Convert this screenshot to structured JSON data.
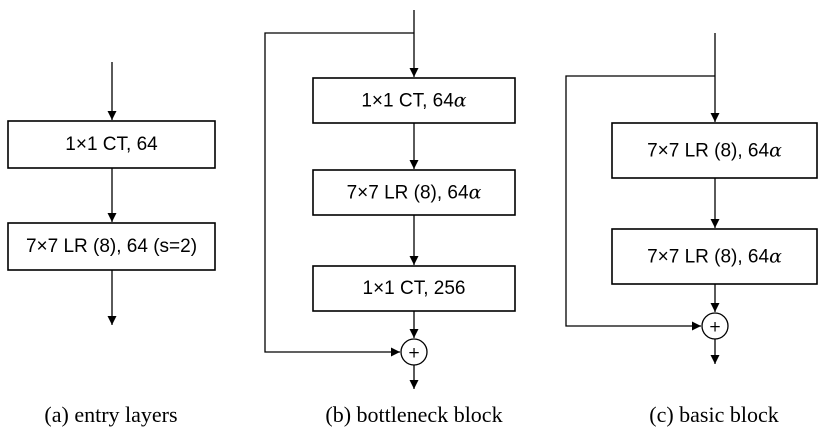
{
  "diagram": {
    "entry": {
      "caption": "(a) entry layers",
      "layer1": "1×1 CT, 64",
      "layer2": "7×7 LR (8), 64 (s=2)"
    },
    "bottleneck": {
      "caption": "(b) bottleneck block",
      "layer1": {
        "text": "1×1 CT, 64",
        "sym": "α"
      },
      "layer2": {
        "text": "7×7 LR (8), 64",
        "sym": "α"
      },
      "layer3": "1×1 CT, 256",
      "add": "+"
    },
    "basic": {
      "caption": "(c) basic block",
      "layer1": {
        "text": "7×7 LR (8), 64",
        "sym": "α"
      },
      "layer2": {
        "text": "7×7 LR (8), 64",
        "sym": "α"
      },
      "add": "+"
    }
  }
}
